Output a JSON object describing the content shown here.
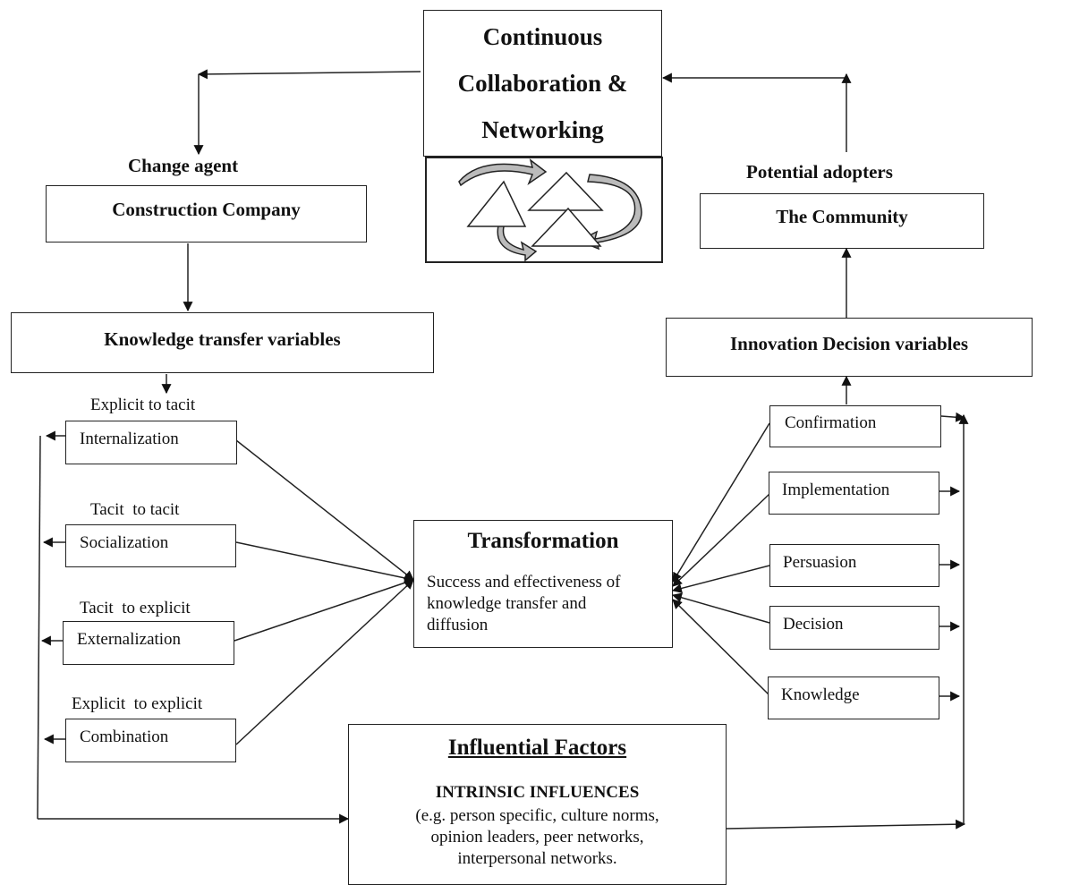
{
  "top_box": {
    "title_lines": [
      "Continuous",
      "Collaboration &",
      "Networking"
    ],
    "icon": "recycling-triangles-icon"
  },
  "left_branch": {
    "role_label": "Change agent",
    "actor": "Construction Company",
    "variables_title": "Knowledge transfer variables",
    "modes": [
      {
        "caption": "Explicit to tacit",
        "name": "Internalization"
      },
      {
        "caption": "Tacit  to tacit",
        "name": "Socialization"
      },
      {
        "caption": "Tacit  to explicit",
        "name": "Externalization"
      },
      {
        "caption": "Explicit  to explicit",
        "name": "Combination"
      }
    ]
  },
  "right_branch": {
    "role_label": "Potential adopters",
    "actor": "The Community",
    "variables_title": "Innovation Decision variables",
    "stages": [
      "Confirmation",
      "Implementation",
      "Persuasion",
      "Decision",
      "Knowledge"
    ]
  },
  "transformation": {
    "title": "Transformation",
    "body_lines": [
      "Success and effectiveness of",
      "knowledge transfer and",
      "diffusion"
    ]
  },
  "influential": {
    "title": "Influential Factors",
    "subtitle": "INTRINSIC INFLUENCES",
    "body_lines": [
      "(e.g. person specific, culture norms,",
      "opinion leaders, peer networks,",
      "interpersonal networks."
    ]
  }
}
